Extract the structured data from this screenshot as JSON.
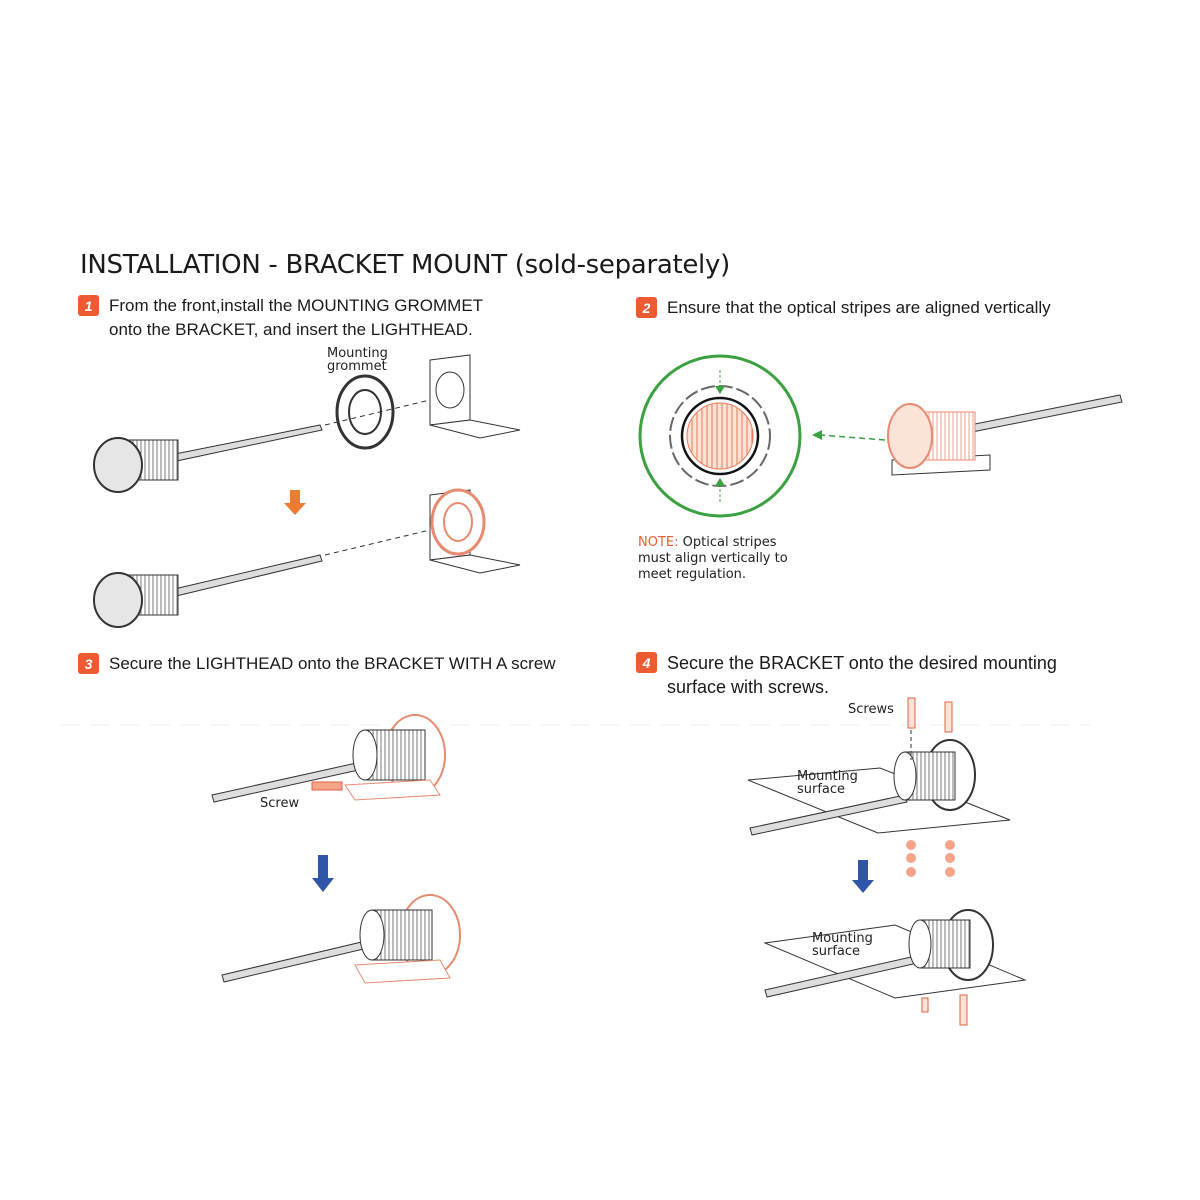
{
  "title": "INSTALLATION - BRACKET MOUNT (sold-separately)",
  "steps": [
    {
      "number": "1",
      "line1": "From the front,install the MOUNTING GROMMET",
      "line2": "onto the BRACKET, and insert the LIGHTHEAD."
    },
    {
      "number": "2",
      "line1": "Ensure that the optical stripes are aligned vertically"
    },
    {
      "number": "3",
      "line1": "Secure the LIGHTHEAD onto the BRACKET WITH A screw"
    },
    {
      "number": "4",
      "line1": "Secure the BRACKET onto the desired mounting",
      "line2": "surface with screws."
    }
  ],
  "labels": {
    "mounting_grommet_1": "Mounting",
    "mounting_grommet_2": "grommet",
    "screw": "Screw",
    "screws": "Screws",
    "surface_a1": "Mounting",
    "surface_a2": "surface",
    "surface_b1": "Mounting",
    "surface_b2": "surface"
  },
  "note": {
    "key": "NOTE:",
    "line1": "Optical stripes",
    "line2": "must align vertically to",
    "line3": "meet regulation."
  },
  "colors": {
    "accent": "#ee5a32",
    "green": "#3aa040",
    "blue_arrow": "#2f56a8",
    "orange_arrow": "#ef7b2e"
  }
}
